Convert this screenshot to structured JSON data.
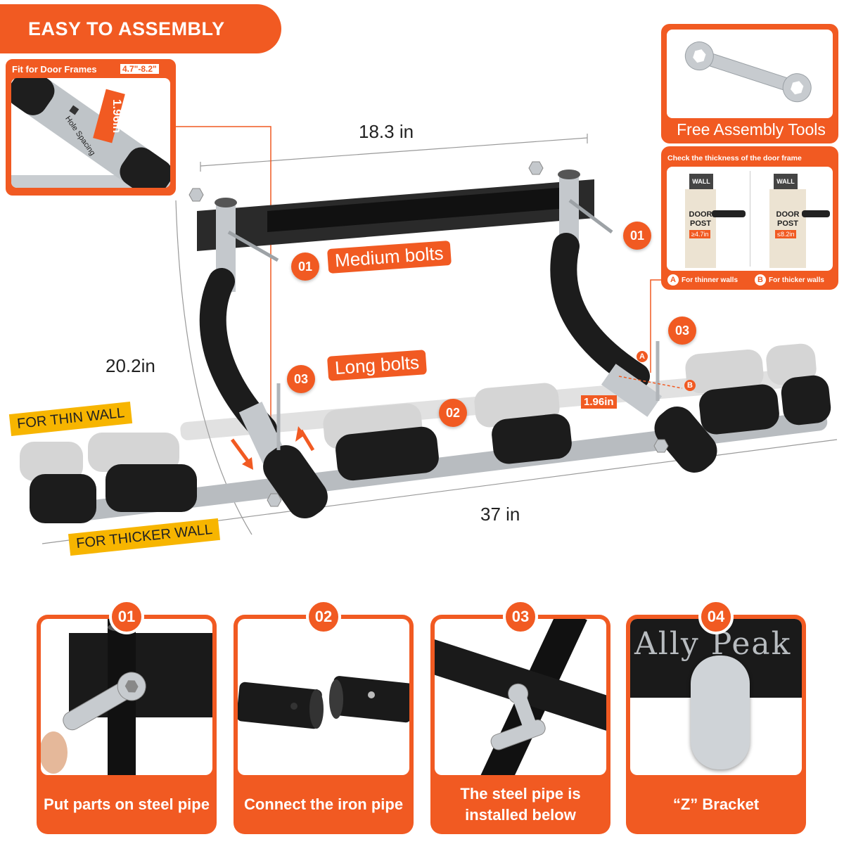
{
  "header": {
    "title": "EASY TO ASSEMBLY"
  },
  "door_frame_panel": {
    "title": "Fit for Door Frames",
    "range": "4.7\"-8.2\"",
    "spacing_value": "1.96in",
    "spacing_label": "Hole Spacing"
  },
  "tools_panel": {
    "label": "Free Assembly Tools"
  },
  "thickness_panel": {
    "title": "Check the thickness of the door frame",
    "a": {
      "wall": "WALL",
      "post": "DOOR POST",
      "size": "≥4.7in",
      "letter": "A",
      "caption": "For thinner walls"
    },
    "b": {
      "wall": "WALL",
      "post": "DOOR POST",
      "size": "≤8.2in",
      "letter": "B",
      "caption": "For thicker walls"
    }
  },
  "dimensions": {
    "width_top": "18.3 in",
    "depth": "20.2in",
    "length": "37 in",
    "hole_spacing": "1.96in"
  },
  "callouts": {
    "medium_num": "01",
    "medium_label": "Medium bolts",
    "num_01b": "01",
    "long_num": "03",
    "long_label": "Long bolts",
    "num_03b": "03",
    "num_02": "02",
    "point_a": "A",
    "point_b": "B"
  },
  "wall_tags": {
    "thin": "FOR THIN WALL",
    "thick": "FOR THICKER WALL"
  },
  "steps": [
    {
      "num": "01",
      "caption": "Put parts on steel pipe"
    },
    {
      "num": "02",
      "caption": "Connect the iron pipe"
    },
    {
      "num": "03",
      "caption": "The steel pipe is installed below"
    },
    {
      "num": "04",
      "caption": "“Z” Bracket"
    }
  ],
  "bracket_brand": "Ally Peak",
  "colors": {
    "accent": "#f15a22",
    "yellow": "#f7b500",
    "foam": "#1c1c1c",
    "steel": "#b8bcc0"
  }
}
